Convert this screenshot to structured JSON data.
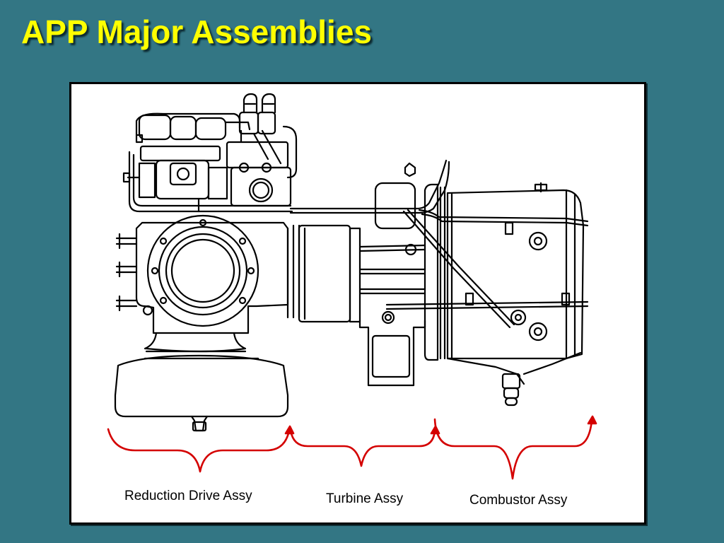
{
  "slide": {
    "title": "APP Major Assemblies"
  },
  "figure": {
    "labels": {
      "reduction_drive": "Reduction Drive Assy",
      "turbine": "Turbine Assy",
      "combustor": "Combustor Assy"
    },
    "colors": {
      "background": "#337684",
      "title": "#ffff00",
      "bracket": "#d40000",
      "line_art": "#000000"
    }
  }
}
